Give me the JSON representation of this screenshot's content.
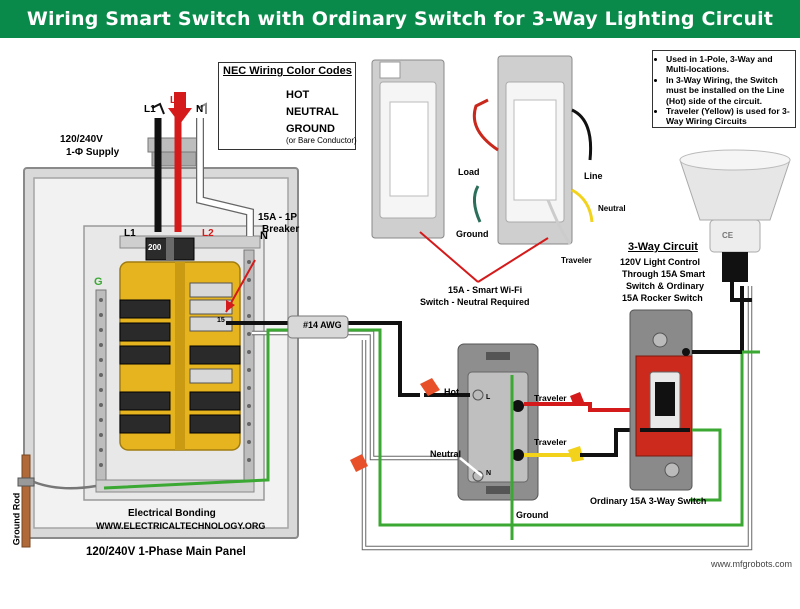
{
  "title": "Wiring Smart Switch with Ordinary Switch for 3-Way Lighting Circuit",
  "legend": {
    "title": "NEC Wiring Color Codes",
    "hot": "HOT",
    "neutral": "NEUTRAL",
    "ground": "GROUND",
    "ground_note": "(or Bare Conductor)"
  },
  "notes": [
    "Used in 1-Pole, 3-Way and Multi-locations.",
    "In 3-Way Wiring, the Switch must be installed on the Line (Hot) side of the circuit.",
    "Traveler (Yellow) is used for 3-Way Wiring Circuits"
  ],
  "supply": {
    "l1": "L1",
    "l2": "L2",
    "n": "N",
    "voltage": "120/240V",
    "phase": "1-Φ Supply"
  },
  "panel": {
    "l1": "L1",
    "l2": "L2",
    "n": "N",
    "g": "G",
    "main_breaker": "200",
    "breaker_label_1": "15A - 1P",
    "breaker_label_2": "Breaker",
    "breaker_rating": "15",
    "bonding": "Electrical Bonding",
    "website": "WWW.ELECTRICALTECHNOLOGY.ORG",
    "caption": "120/240V 1-Phase Main Panel",
    "ground_rod": "Ground Rod"
  },
  "cable_label": "#14 AWG",
  "photo_labels": {
    "load": "Load",
    "line": "Line",
    "ground": "Ground",
    "neutral": "Neutral",
    "traveler": "Traveler"
  },
  "smart_switch": {
    "label_1": "15A - Smart Wi-Fi",
    "label_2": "Switch - Neutral Required",
    "hot": "Hot",
    "neutral": "Neutral",
    "ground": "Ground",
    "traveler_top": "Traveler",
    "traveler_bottom": "Traveler",
    "terminal_l": "L",
    "terminal_n": "N"
  },
  "three_way": {
    "heading": "3-Way Circuit",
    "desc_1": "120V Light Control",
    "desc_2": "Through 15A Smart",
    "desc_3": "Switch & Ordinary",
    "desc_4": "15A Rocker Switch",
    "switch_caption": "Ordinary 15A 3-Way Switch"
  },
  "lamp": {
    "mark": "CE"
  },
  "credit": "www.mfgrobots.com",
  "colors": {
    "title_bg": "#0a8a4a",
    "hot": "#111111",
    "l2": "#d41a1a",
    "neutral": "#ffffff",
    "ground": "#3aa832",
    "traveler": "#f2d21b",
    "traveler_red": "#d41a1a",
    "bus": "#e6b41e",
    "panel_frame": "#c8c8c8"
  }
}
